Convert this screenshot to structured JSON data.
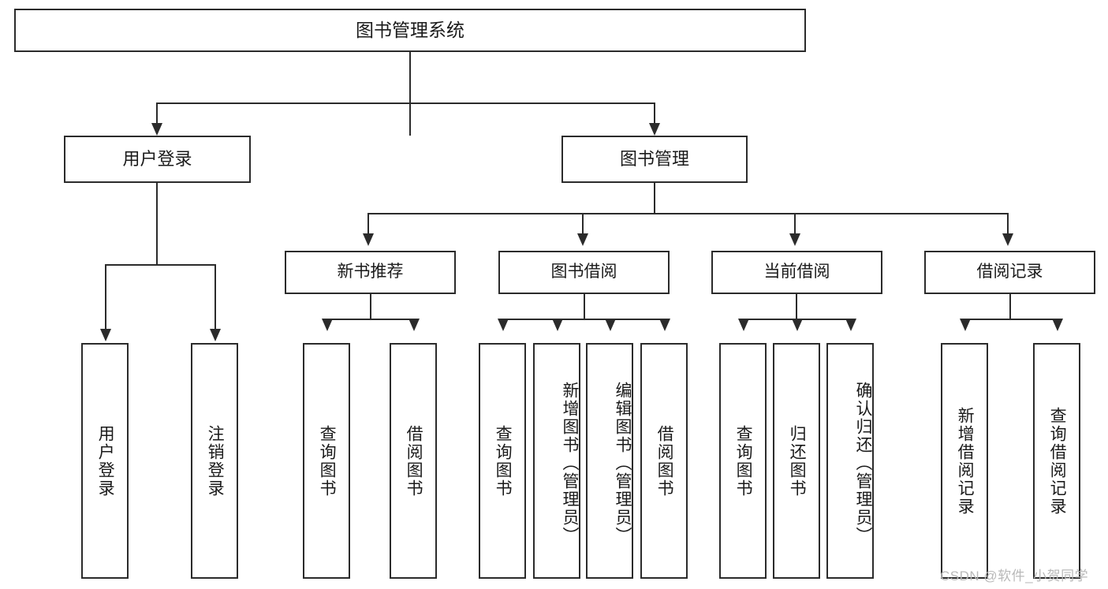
{
  "diagram": {
    "title_box": {
      "label": "图书管理系统"
    },
    "level1": [
      {
        "id": "user-login",
        "label": "用户登录"
      },
      {
        "id": "book-management",
        "label": "图书管理"
      }
    ],
    "level2": [
      {
        "id": "new-book-recommend",
        "label": "新书推荐"
      },
      {
        "id": "book-borrow",
        "label": "图书借阅"
      },
      {
        "id": "current-borrow",
        "label": "当前借阅"
      },
      {
        "id": "borrow-record",
        "label": "借阅记录"
      }
    ],
    "leaves": {
      "user_login": [
        {
          "id": "leaf-user-login",
          "label": "用户登录"
        },
        {
          "id": "leaf-logout-login",
          "label": "注销登录"
        }
      ],
      "new_book_recommend": [
        {
          "id": "leaf-query-book-1",
          "label": "查询图书"
        },
        {
          "id": "leaf-borrow-book-1",
          "label": "借阅图书"
        }
      ],
      "book_borrow": [
        {
          "id": "leaf-query-book-2",
          "label": "查询图书"
        },
        {
          "id": "leaf-add-book",
          "label": "新增图书（管理员）"
        },
        {
          "id": "leaf-edit-book",
          "label": "编辑图书（管理员）"
        },
        {
          "id": "leaf-borrow-book-2",
          "label": "借阅图书"
        }
      ],
      "current_borrow": [
        {
          "id": "leaf-query-book-3",
          "label": "查询图书"
        },
        {
          "id": "leaf-return-book",
          "label": "归还图书"
        },
        {
          "id": "leaf-confirm-return",
          "label": "确认归还（管理员）"
        }
      ],
      "borrow_record": [
        {
          "id": "leaf-add-record",
          "label": "新增借阅记录"
        },
        {
          "id": "leaf-query-record",
          "label": "查询借阅记录"
        }
      ]
    }
  },
  "watermark": {
    "text": "CSDN @软件_小贺同学"
  },
  "colors": {
    "stroke": "#2b2b2b",
    "fill": "#ffffff",
    "text": "#1a1a1a",
    "watermark": "#b9b9b9"
  }
}
